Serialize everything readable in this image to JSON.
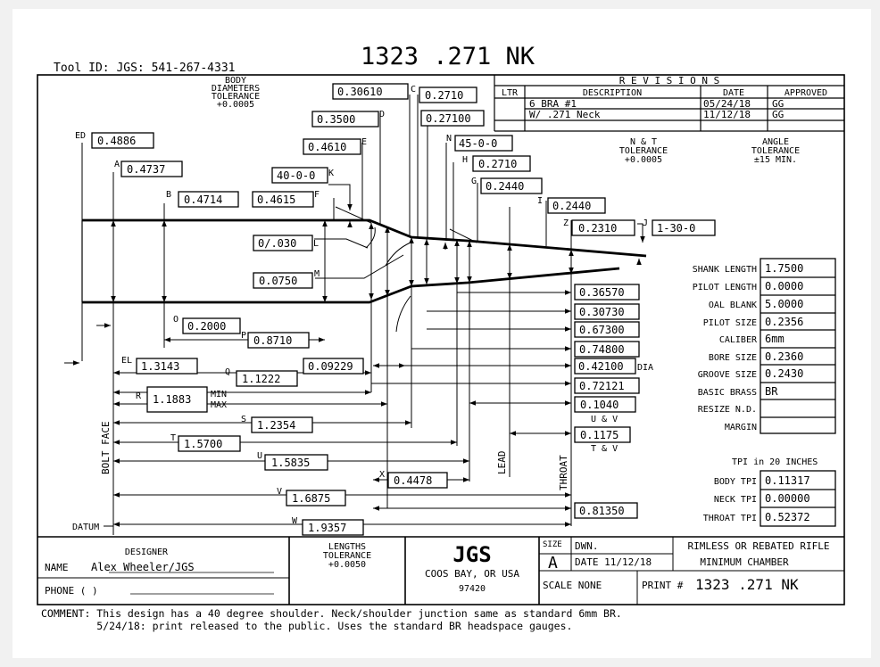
{
  "header": {
    "tool_id": "Tool ID: JGS: 541-267-4331",
    "drawing_title": "1323 .271 NK"
  },
  "revisions": {
    "title": "R E V I S I O N S",
    "columns": [
      "LTR",
      "DESCRIPTION",
      "DATE",
      "APPROVED"
    ],
    "rows": [
      {
        "ltr": "",
        "description": "6 BRA #1",
        "date": "05/24/18",
        "approved": "GG"
      },
      {
        "ltr": "",
        "description": "W/ .271 Neck",
        "date": "11/12/18",
        "approved": "GG"
      }
    ]
  },
  "notes": {
    "body_tol": [
      "BODY",
      "DIAMETERS",
      "TOLERANCE",
      "+0.0005"
    ],
    "nt_tol": [
      "N & T",
      "TOLERANCE",
      "+0.0005"
    ],
    "angle_tol": [
      "ANGLE",
      "TOLERANCE",
      "±15 MIN."
    ]
  },
  "dims": {
    "C": "0.30610",
    "C2": "0.2710",
    "D": "0.3500",
    "D2": "0.27100",
    "N": "45-0-0",
    "ED": "0.4886",
    "E": "0.4610",
    "H": "0.2710",
    "A": "0.4737",
    "K": "40-0-0",
    "G": "0.2440",
    "B": "0.4714",
    "F": "0.4615",
    "I": "0.2440",
    "Z": "0.2310",
    "J": "1-30-0",
    "L": "0/.030",
    "M": "0.0750",
    "O": "0.2000",
    "P": "0.8710",
    "EL": "1.3143",
    "Q": "1.1222",
    "Q2": "0.09229",
    "R": "1.1883",
    "S": "1.2354",
    "T": "1.5700",
    "U": "1.5835",
    "X": "0.4478",
    "V": "1.6875",
    "W": "1.9357",
    "right": [
      "0.36570",
      "0.30730",
      "0.67300",
      "0.74800",
      "0.42100",
      "0.72121",
      "0.1040",
      "0.1175",
      "0.81350"
    ]
  },
  "dim_letters": [
    "C",
    "D",
    "N",
    "ED",
    "E",
    "H",
    "A",
    "K",
    "G",
    "B",
    "F",
    "I",
    "Z",
    "J",
    "L",
    "M",
    "O",
    "P",
    "EL",
    "Q",
    "R",
    "S",
    "T",
    "U",
    "X",
    "V",
    "W"
  ],
  "side_labels": {
    "min": "MIN",
    "max": "MAX",
    "dia": "DIA",
    "uv": "U & V",
    "tv": "T & V",
    "bolt_face": "BOLT FACE",
    "lead": "LEAD",
    "throat": "THROAT",
    "datum": "DATUM"
  },
  "specs": {
    "rows": [
      {
        "label": "SHANK LENGTH",
        "value": "1.7500"
      },
      {
        "label": "PILOT LENGTH",
        "value": "0.0000"
      },
      {
        "label": "OAL BLANK",
        "value": "5.0000"
      },
      {
        "label": "PILOT SIZE",
        "value": "0.2356"
      },
      {
        "label": "CALIBER",
        "value": "6mm"
      },
      {
        "label": "BORE SIZE",
        "value": "0.2360"
      },
      {
        "label": "GROOVE SIZE",
        "value": "0.2430"
      },
      {
        "label": "BASIC BRASS",
        "value": "BR"
      },
      {
        "label": "RESIZE N.D.",
        "value": ""
      },
      {
        "label": "MARGIN",
        "value": ""
      }
    ],
    "tpi_caption": "TPI in 20 INCHES",
    "tpi_rows": [
      {
        "label": "BODY TPI",
        "value": "0.11317"
      },
      {
        "label": "NECK TPI",
        "value": "0.00000"
      },
      {
        "label": "THROAT TPI",
        "value": "0.52372"
      }
    ]
  },
  "title_block": {
    "designer_label": "DESIGNER",
    "name_label": "NAME",
    "name": "Alex Wheeler/JGS",
    "phone_label": "PHONE  (    )",
    "lengths_tol": [
      "LENGTHS",
      "TOLERANCE",
      "+0.0050"
    ],
    "company": "JGS",
    "city": "COOS BAY, OR USA",
    "zip": "97420",
    "size_label": "SIZE",
    "size": "A",
    "dwn_label": "DWN.",
    "date_label": "DATE 11/12/18",
    "scale_label": "SCALE  NONE",
    "type_line1": "RIMLESS OR REBATED RIFLE",
    "type_line2": "MINIMUM CHAMBER",
    "print_label": "PRINT #",
    "print_no": "1323 .271 NK"
  },
  "comments": [
    "COMMENT: This design has a 40 degree shoulder. Neck/shoulder junction same as standard 6mm BR.",
    "         5/24/18: print released to the public. Uses the standard BR headspace gauges."
  ]
}
